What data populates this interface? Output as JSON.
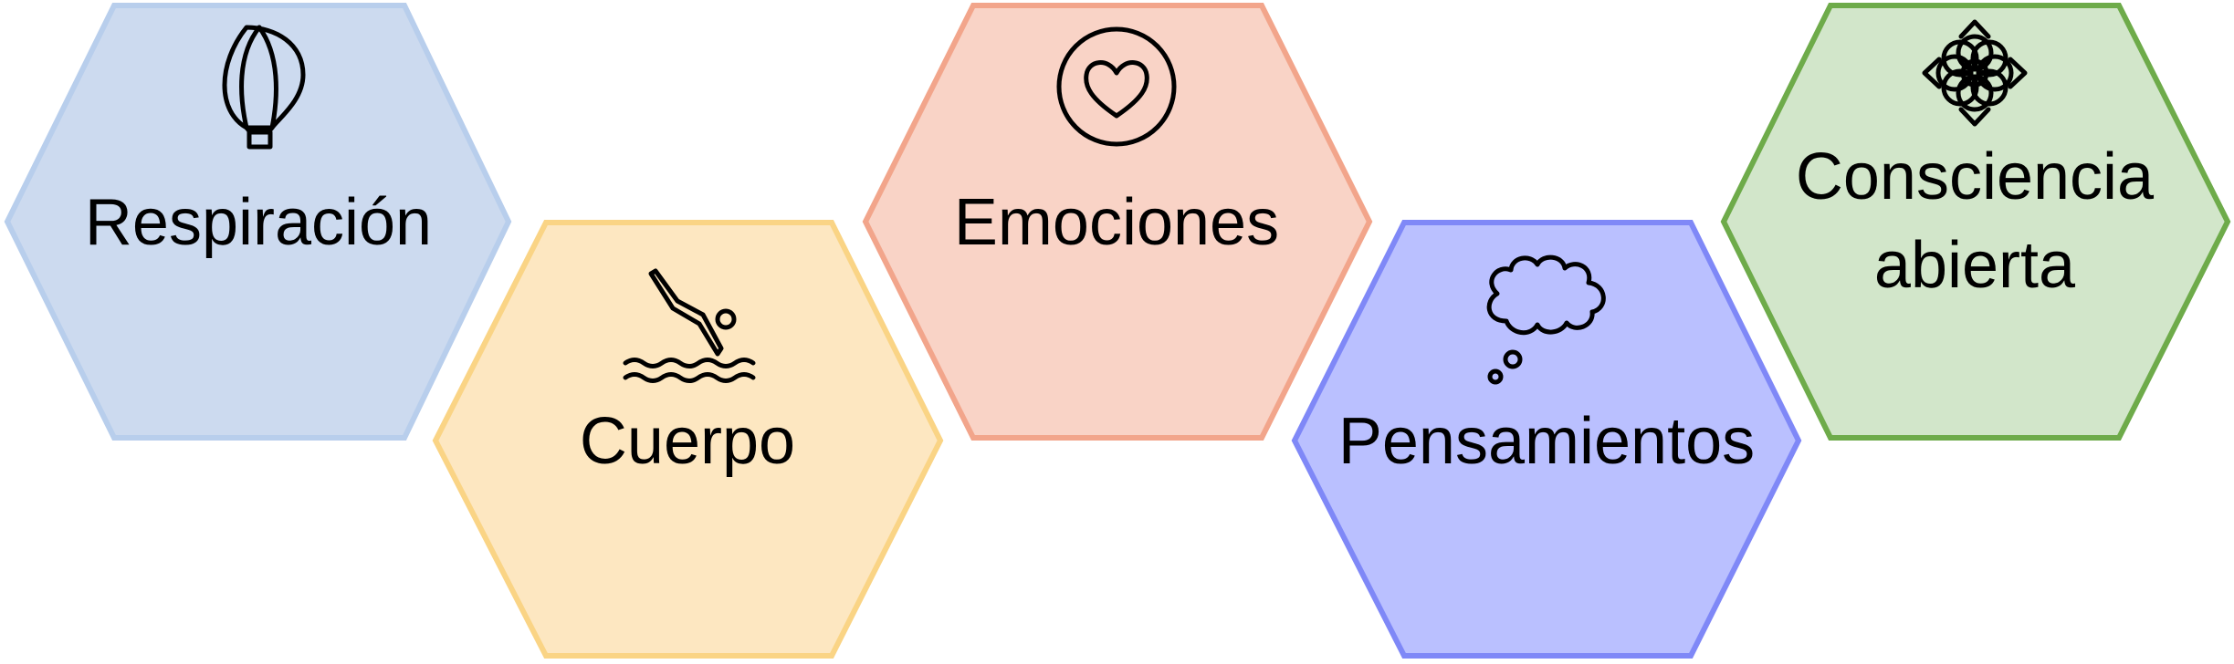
{
  "hexagons": [
    {
      "label": "Respiración",
      "icon": "hot-air-balloon-icon",
      "fill": "#CCDAEF",
      "stroke": "#B8CEEC"
    },
    {
      "label": "Cuerpo",
      "icon": "diver-icon",
      "fill": "#FDE7C1",
      "stroke": "#FAD485"
    },
    {
      "label": "Emociones",
      "icon": "heart-icon",
      "fill": "#F9D3C6",
      "stroke": "#F2A58B"
    },
    {
      "label": "Pensamientos",
      "icon": "thought-bubble-icon",
      "fill": "#BAC0FF",
      "stroke": "#7F88F7"
    },
    {
      "label_lines": [
        "Consciencia",
        "abierta"
      ],
      "icon": "lotus-flower-icon",
      "fill": "#D2E6CA",
      "stroke": "#6EAB4A"
    }
  ]
}
